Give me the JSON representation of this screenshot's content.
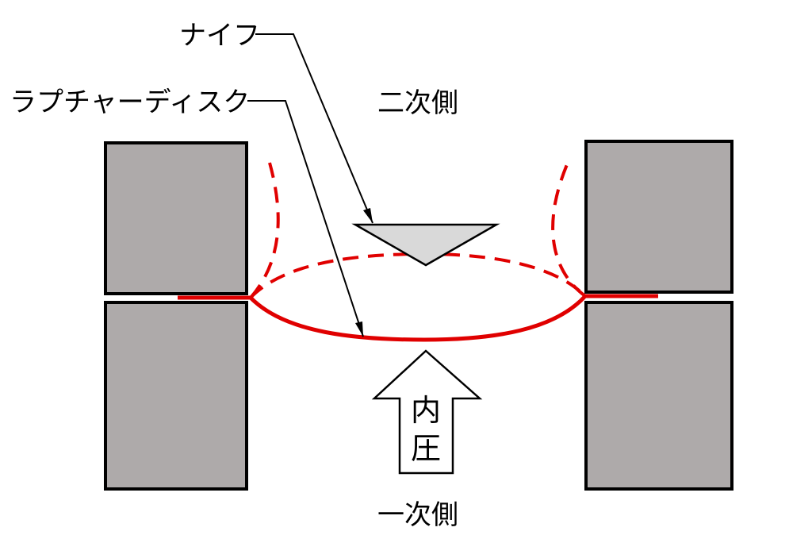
{
  "labels": {
    "knife": "ナイフ",
    "rupture_disk": "ラプチャーディスク",
    "secondary_side": "二次側",
    "primary_side": "一次側",
    "internal_pressure_char1": "内",
    "internal_pressure_char2": "圧"
  },
  "colors": {
    "block_fill": "#aeaaaa",
    "block_stroke": "#000000",
    "disk_red": "#e00000",
    "knife_fill": "#d9d9d9"
  }
}
